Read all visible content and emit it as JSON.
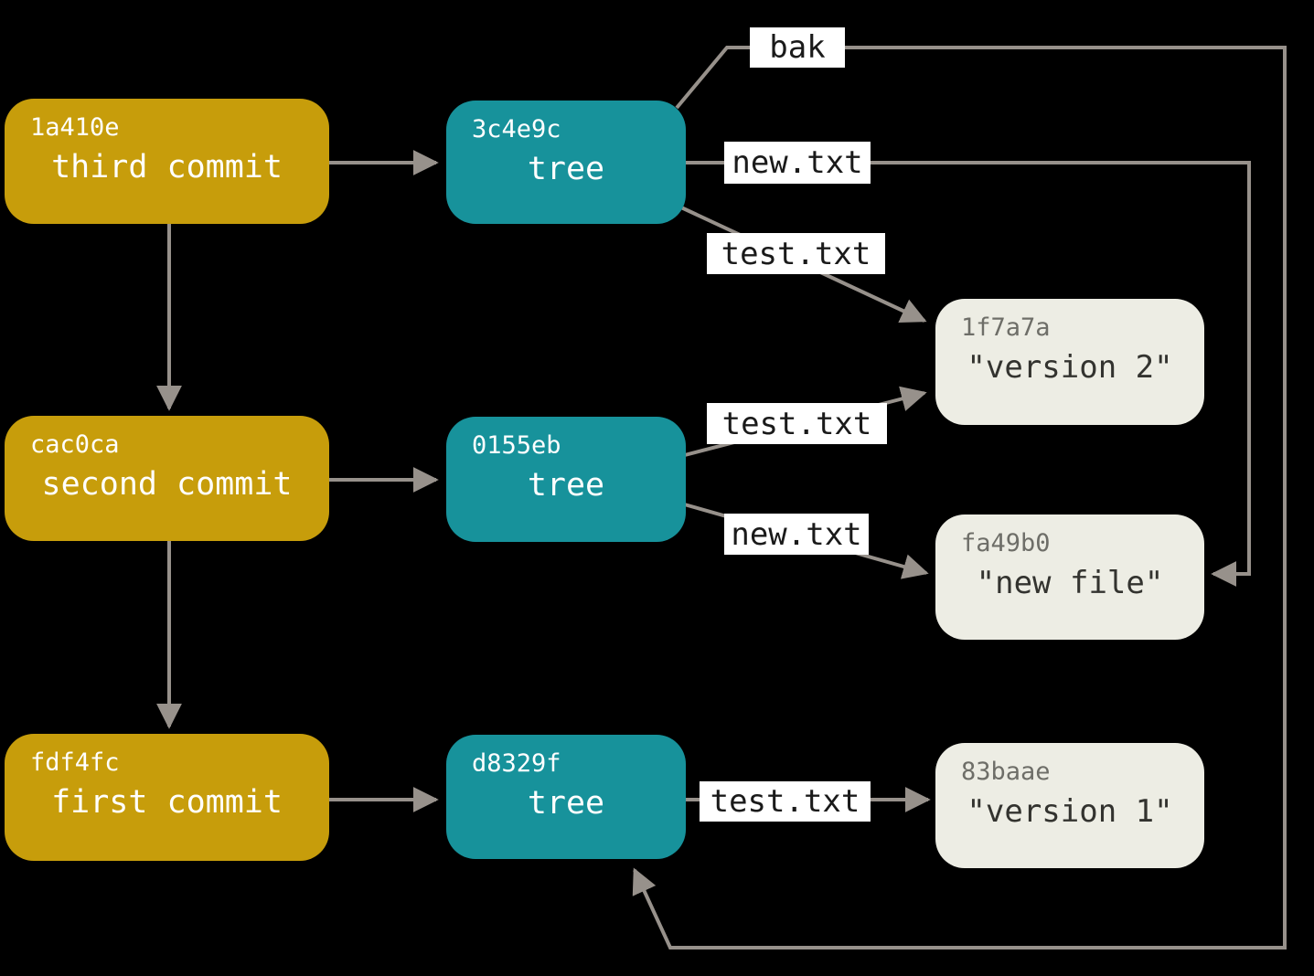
{
  "diagram": {
    "title": "git-commits-trees-blobs-diagram",
    "colors": {
      "background": "#000000",
      "commit_fill": "#C79D0B",
      "tree_fill": "#17929B",
      "blob_fill": "#EDEDE4",
      "node_text": "#FFFFFF",
      "blob_hash_text": "#6E6E68",
      "blob_body_text": "#33332F",
      "label_bg": "#FFFFFF",
      "label_text": "#1A1A1A",
      "line": "#97918B"
    },
    "commits": [
      {
        "hash": "1a410e",
        "message": "third commit"
      },
      {
        "hash": "cac0ca",
        "message": "second commit"
      },
      {
        "hash": "fdf4fc",
        "message": "first commit"
      }
    ],
    "trees": [
      {
        "hash": "3c4e9c",
        "label": "tree"
      },
      {
        "hash": "0155eb",
        "label": "tree"
      },
      {
        "hash": "d8329f",
        "label": "tree"
      }
    ],
    "blobs": [
      {
        "hash": "1f7a7a",
        "content": "\"version 2\""
      },
      {
        "hash": "fa49b0",
        "content": "\"new file\""
      },
      {
        "hash": "83baae",
        "content": "\"version 1\""
      }
    ],
    "edges": [
      {
        "from": "3c4e9c",
        "to": "d8329f",
        "label": "bak"
      },
      {
        "from": "3c4e9c",
        "to": "fa49b0",
        "label": "new.txt"
      },
      {
        "from": "3c4e9c",
        "to": "1f7a7a",
        "label": "test.txt"
      },
      {
        "from": "0155eb",
        "to": "1f7a7a",
        "label": "test.txt"
      },
      {
        "from": "0155eb",
        "to": "fa49b0",
        "label": "new.txt"
      },
      {
        "from": "d8329f",
        "to": "83baae",
        "label": "test.txt"
      },
      {
        "from": "1a410e",
        "to": "3c4e9c",
        "label": ""
      },
      {
        "from": "cac0ca",
        "to": "0155eb",
        "label": ""
      },
      {
        "from": "fdf4fc",
        "to": "d8329f",
        "label": ""
      },
      {
        "from": "1a410e",
        "to": "cac0ca",
        "label": ""
      },
      {
        "from": "cac0ca",
        "to": "fdf4fc",
        "label": ""
      }
    ]
  }
}
